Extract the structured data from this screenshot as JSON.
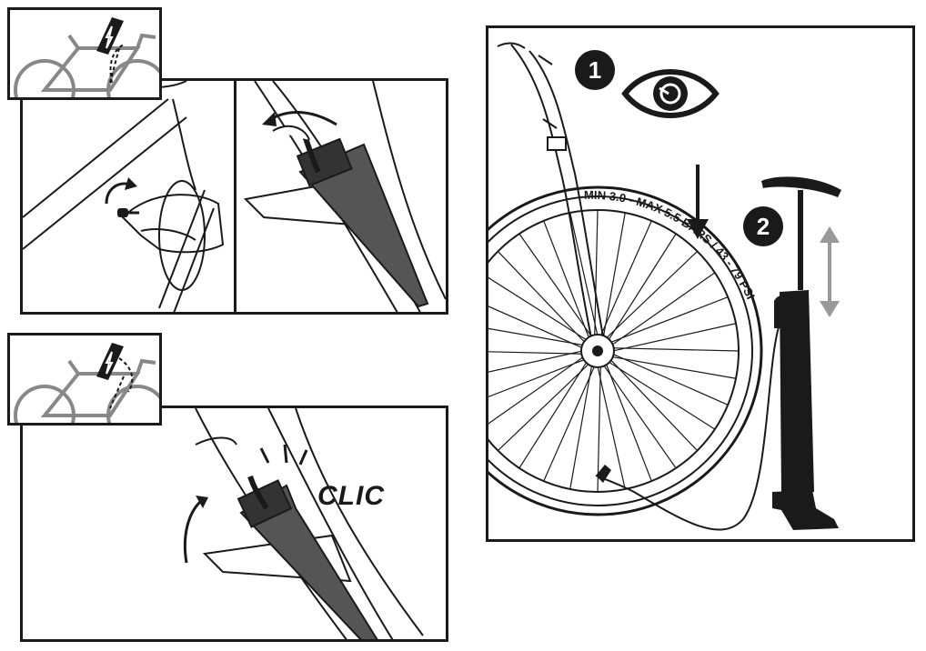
{
  "step1": {
    "number": "1"
  },
  "step2": {
    "number": "2"
  },
  "tire_marking": "MIN 3.0 - MAX 5.5 BARS / 43 - 79 PSI",
  "click_sound": "CLIC",
  "colors": {
    "ink": "#1a1a1a",
    "battery": "#555555",
    "frame": "#888888",
    "arrow_grey": "#999999"
  }
}
